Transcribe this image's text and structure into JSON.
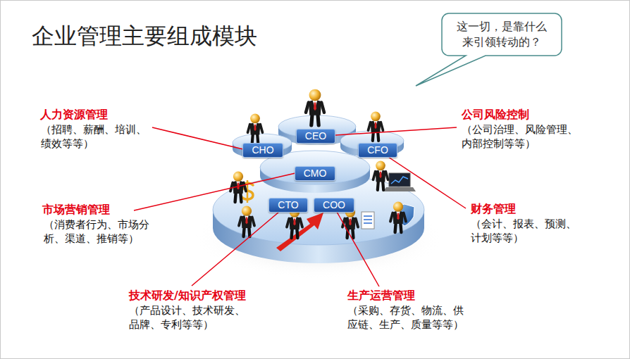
{
  "diagram": {
    "title": "企业管理主要组成模块",
    "nodes": [
      {
        "text": [
          "这一切，是靠什么 来引领转动的？"
        ]
      },
      {
        "text": [
          "CEO"
        ]
      },
      {
        "text": [
          "CHO"
        ]
      },
      {
        "text": [
          "CFO"
        ]
      },
      {
        "text": [
          "CMO"
        ]
      },
      {
        "text": [
          "CTO"
        ]
      },
      {
        "text": [
          "COO"
        ]
      }
    ],
    "labels": [
      "人力资源管理",
      "（招聘、薪酬、培训、 绩效等等）",
      "公司风险控制",
      "（公司治理、风险管理、 内部控制等等）",
      "市场营销管理",
      "（消费者行为、市场分 析、渠道、推销等）",
      "财务管理",
      "（会计、报表、预测、 计划等等）",
      "技术研发/知识产权管理",
      "（产品设计、技术研发、 品牌、专利等等）",
      "生产运营管理",
      "（采购、存货、物流、供 应链、生产、质量等等）"
    ]
  }
}
